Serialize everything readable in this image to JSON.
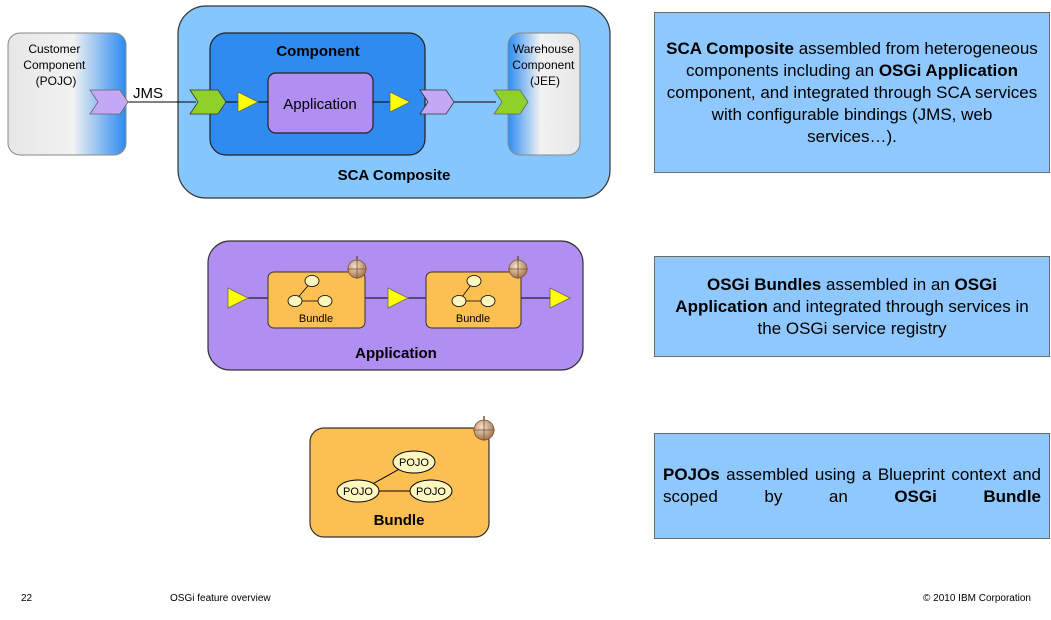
{
  "diagram": {
    "customer_component": [
      "Customer",
      "Component",
      "(POJO)"
    ],
    "jms_label": "JMS",
    "component_title": "Component",
    "application_label": "Application",
    "warehouse_component": [
      "Warehouse",
      "Component",
      "(JEE)"
    ],
    "sca_composite_label": "SCA Composite",
    "bundle_label": "Bundle",
    "application_title": "Application",
    "pojo_label": "POJO",
    "big_bundle_title": "Bundle"
  },
  "callouts": [
    [
      {
        "t": "SCA Composite",
        "b": true
      },
      {
        "t": " assembled from heterogeneous components including an ",
        "b": false
      },
      {
        "t": "OSGi Application",
        "b": true
      },
      {
        "t": " component, and integrated through SCA services with configurable bindings (JMS, web services…).",
        "b": false
      }
    ],
    [
      {
        "t": "OSGi Bundles",
        "b": true
      },
      {
        "t": " assembled in an ",
        "b": false
      },
      {
        "t": "OSGi Application",
        "b": true
      },
      {
        "t": " and integrated through services in the OSGi service registry",
        "b": false
      }
    ],
    [
      {
        "t": "POJOs",
        "b": true
      },
      {
        "t": " assembled using a Blueprint context and scoped by an ",
        "b": false
      },
      {
        "t": "OSGi Bundle",
        "b": true
      }
    ]
  ],
  "footer": {
    "page_number": "22",
    "title": "OSGi feature overview",
    "copyright": "© 2010 IBM Corporation"
  },
  "colors": {
    "sca_blue": "#86c6ff",
    "component_blue": "#2f8bf0",
    "application_purple": "#b08ef2",
    "bundle_orange": "#fcbf52",
    "arrow_yellow": "#ffff00",
    "arrow_green": "#8fd12a",
    "callout_blue": "#8fc8ff"
  }
}
